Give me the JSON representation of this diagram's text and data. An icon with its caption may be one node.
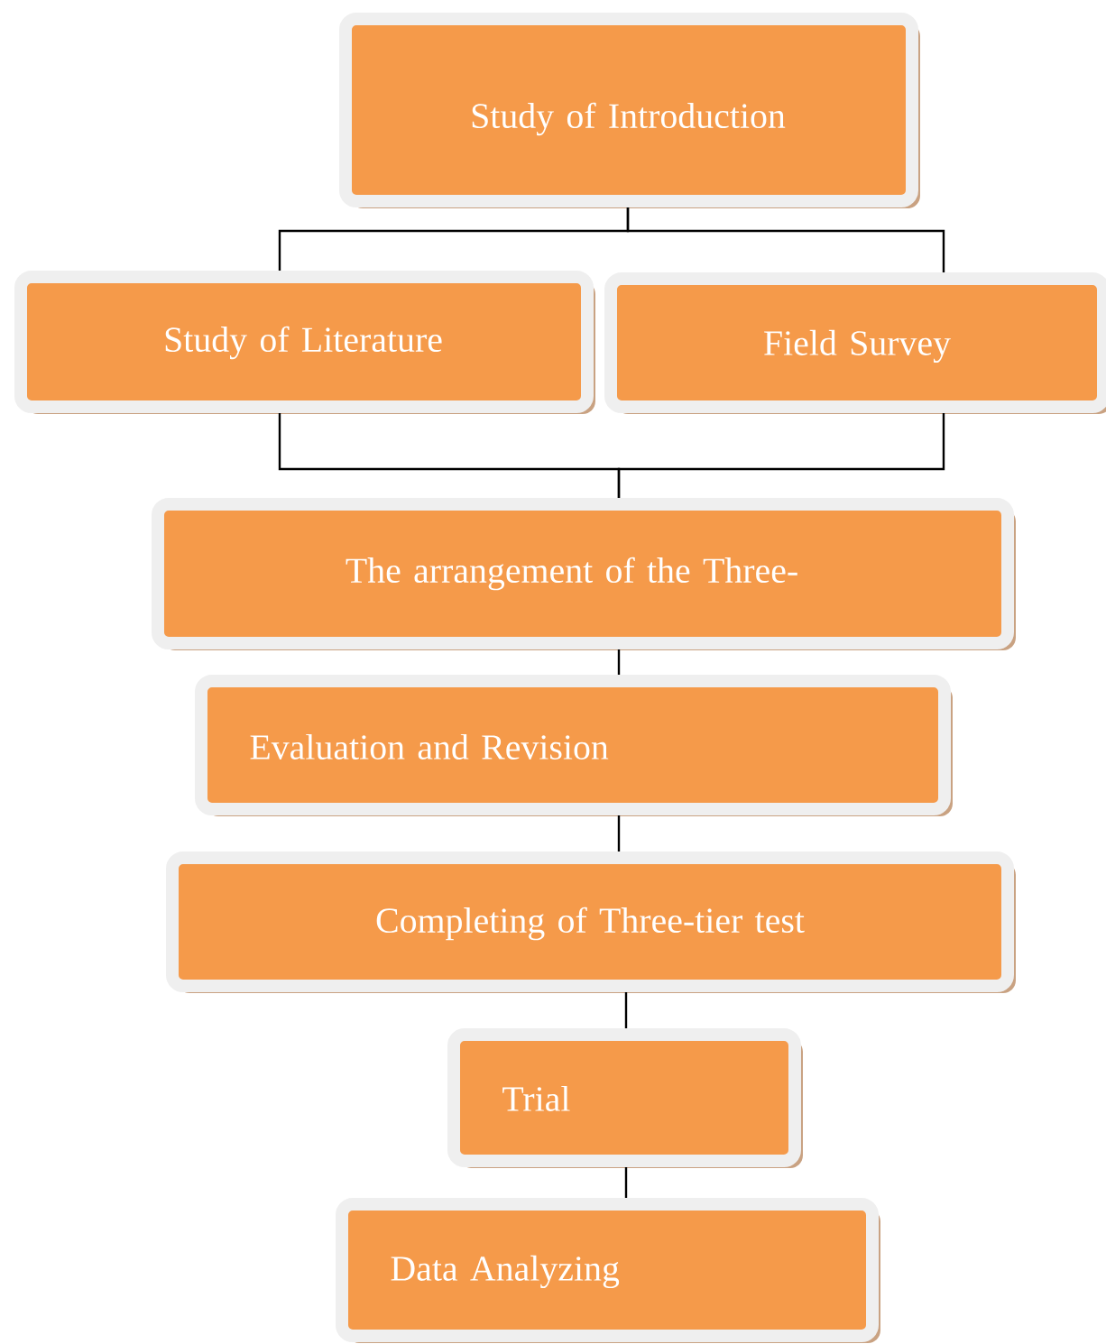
{
  "diagram": {
    "nodes": [
      {
        "text": [
          "Study of Introduction"
        ]
      },
      {
        "text": [
          "Study of Literature"
        ]
      },
      {
        "text": [
          "Field Survey"
        ]
      },
      {
        "text": [
          "The arrangement of the Three-"
        ]
      },
      {
        "text": [
          "Evaluation and Revision"
        ]
      },
      {
        "text": [
          "Completing of Three-tier test"
        ]
      },
      {
        "text": [
          "Trial"
        ]
      },
      {
        "text": [
          "Data Analyzing"
        ]
      }
    ],
    "edges": [
      {
        "from": 0,
        "to": 1,
        "arrow": "none"
      },
      {
        "from": 0,
        "to": 2,
        "arrow": "none"
      },
      {
        "from": 1,
        "to": 3,
        "arrow": "none"
      },
      {
        "from": 2,
        "to": 3,
        "arrow": "none"
      },
      {
        "from": 3,
        "to": 4,
        "arrow": "none"
      },
      {
        "from": 4,
        "to": 5,
        "arrow": "none"
      },
      {
        "from": 5,
        "to": 6,
        "arrow": "none"
      },
      {
        "from": 6,
        "to": 7,
        "arrow": "none"
      }
    ]
  }
}
